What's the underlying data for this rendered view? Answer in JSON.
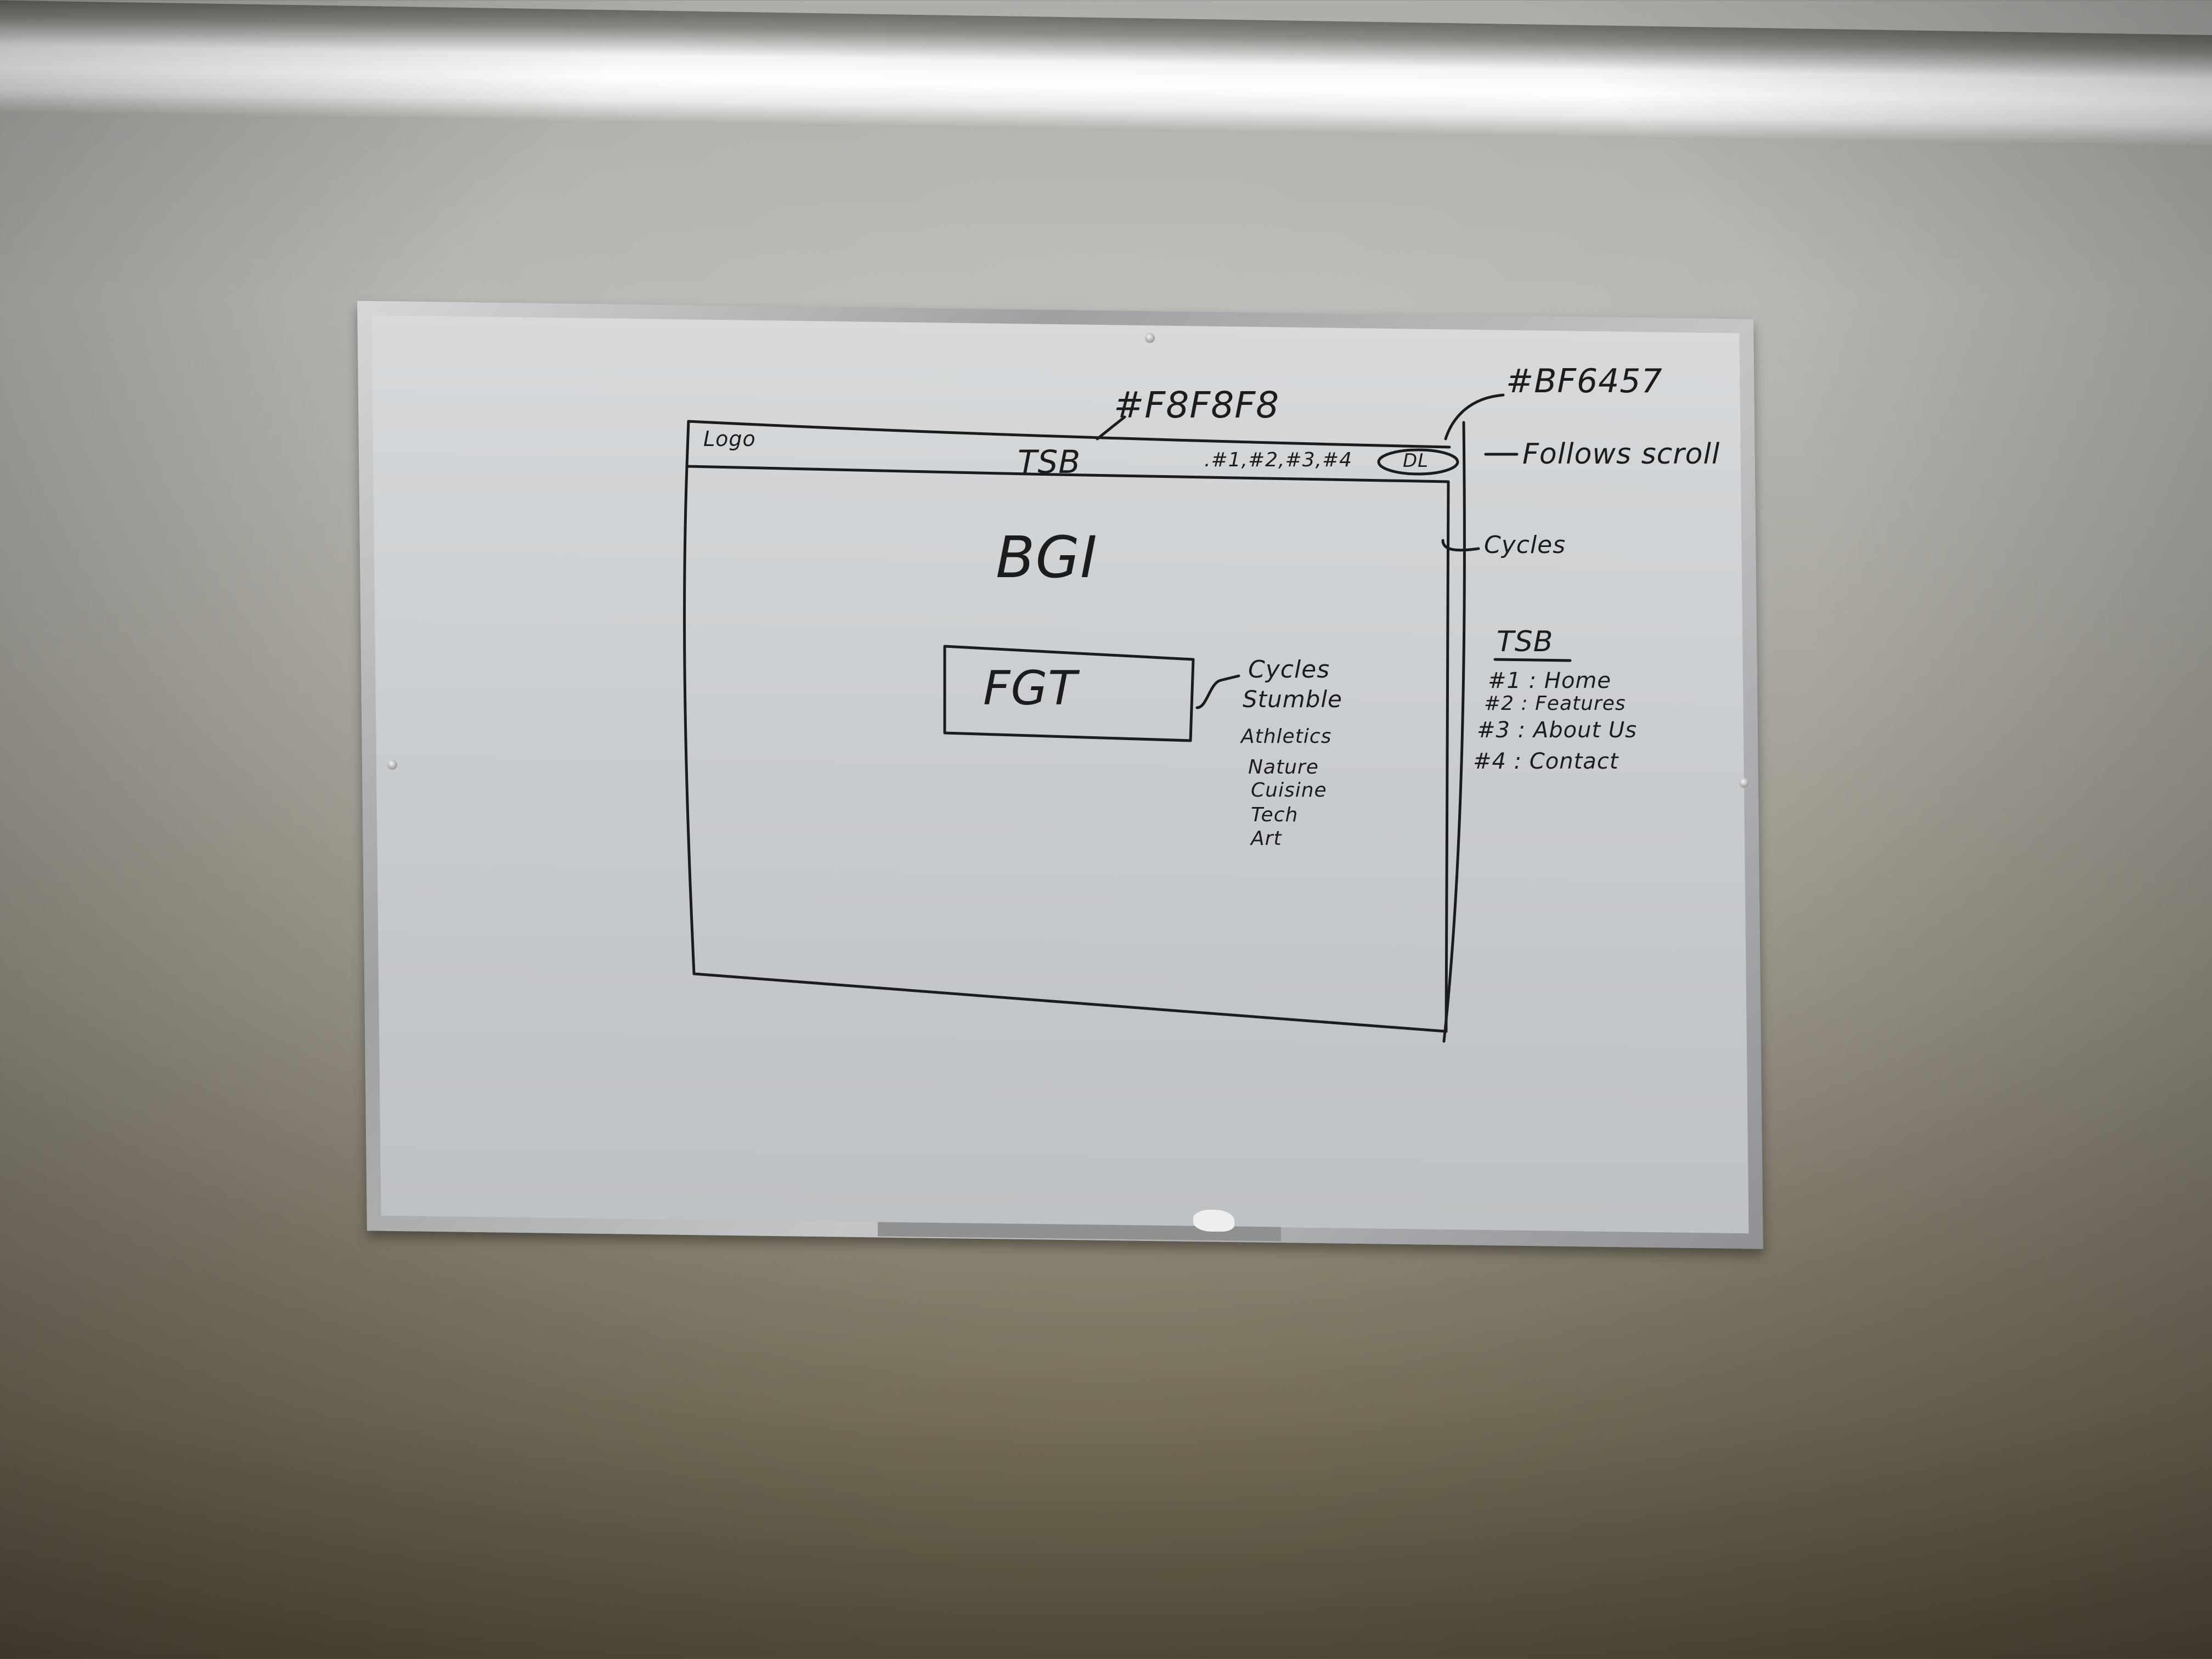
{
  "whiteboard": {
    "mockup": {
      "navbar": {
        "logo": "Logo",
        "brand": "TSB",
        "links": ".#1,#2,#3,#4",
        "pill": "DL"
      },
      "background_label": "BGI",
      "foreground_label": "FGT"
    },
    "annotations": {
      "navbar_color": "#F8F8F8",
      "accent_color": "#BF6457",
      "follows_scroll": "Follows scroll",
      "bgi_note": "Cycles",
      "fgt_notes": [
        "Cycles",
        "Stumble",
        "Athletics",
        "Nature",
        "Cuisine",
        "Tech",
        "Art"
      ]
    },
    "tsb_legend": {
      "title": "TSB",
      "items": [
        "#1 : Home",
        "#2 : Features",
        "#3 : About Us",
        "#4 : Contact"
      ]
    },
    "colors": {
      "marker": "#1b1c1e",
      "board": "#cfd2d4",
      "frame": "#a7a9ab"
    }
  }
}
